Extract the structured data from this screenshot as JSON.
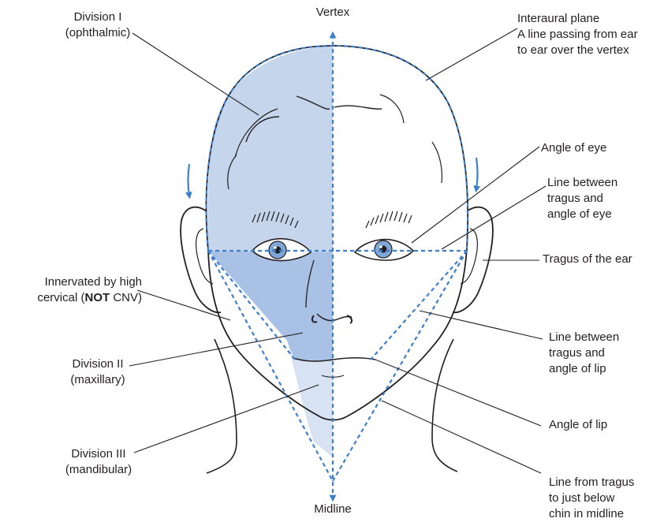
{
  "labels": {
    "vertex": "Vertex",
    "midline": "Midline",
    "division_1": {
      "line1": "Division I",
      "line2": "(ophthalmic)"
    },
    "division_2": {
      "line1": "Division II",
      "line2": "(maxillary)"
    },
    "division_3": {
      "line1": "Division III",
      "line2": "(mandibular)"
    },
    "high_cervical": {
      "line1": "Innervated by high",
      "line2_pre": "cervical (",
      "line2_bold": "NOT",
      "line2_post": " CNV)"
    },
    "interaural": {
      "line1": "Interaural plane",
      "line2": "A line passing from ear",
      "line3": "to ear over the vertex"
    },
    "angle_of_eye": "Angle of eye",
    "line_tragus_eye": {
      "line1": "Line between",
      "line2": "tragus and",
      "line3": "angle of eye"
    },
    "tragus": "Tragus of the ear",
    "line_tragus_lip": {
      "line1": "Line between",
      "line2": "tragus and",
      "line3": "angle of lip"
    },
    "angle_of_lip": "Angle of lip",
    "line_tragus_chin": {
      "line1": "Line from tragus",
      "line2": "to just below",
      "line3": "chin in midline"
    }
  },
  "colors": {
    "division_1_fill": "#c5d5ec",
    "division_2_fill": "#a9c1e4",
    "division_3_fill": "#d7e3f3",
    "dashed_line": "#3d7fcb",
    "outline": "#231f20",
    "iris": "#7ea6d6"
  }
}
